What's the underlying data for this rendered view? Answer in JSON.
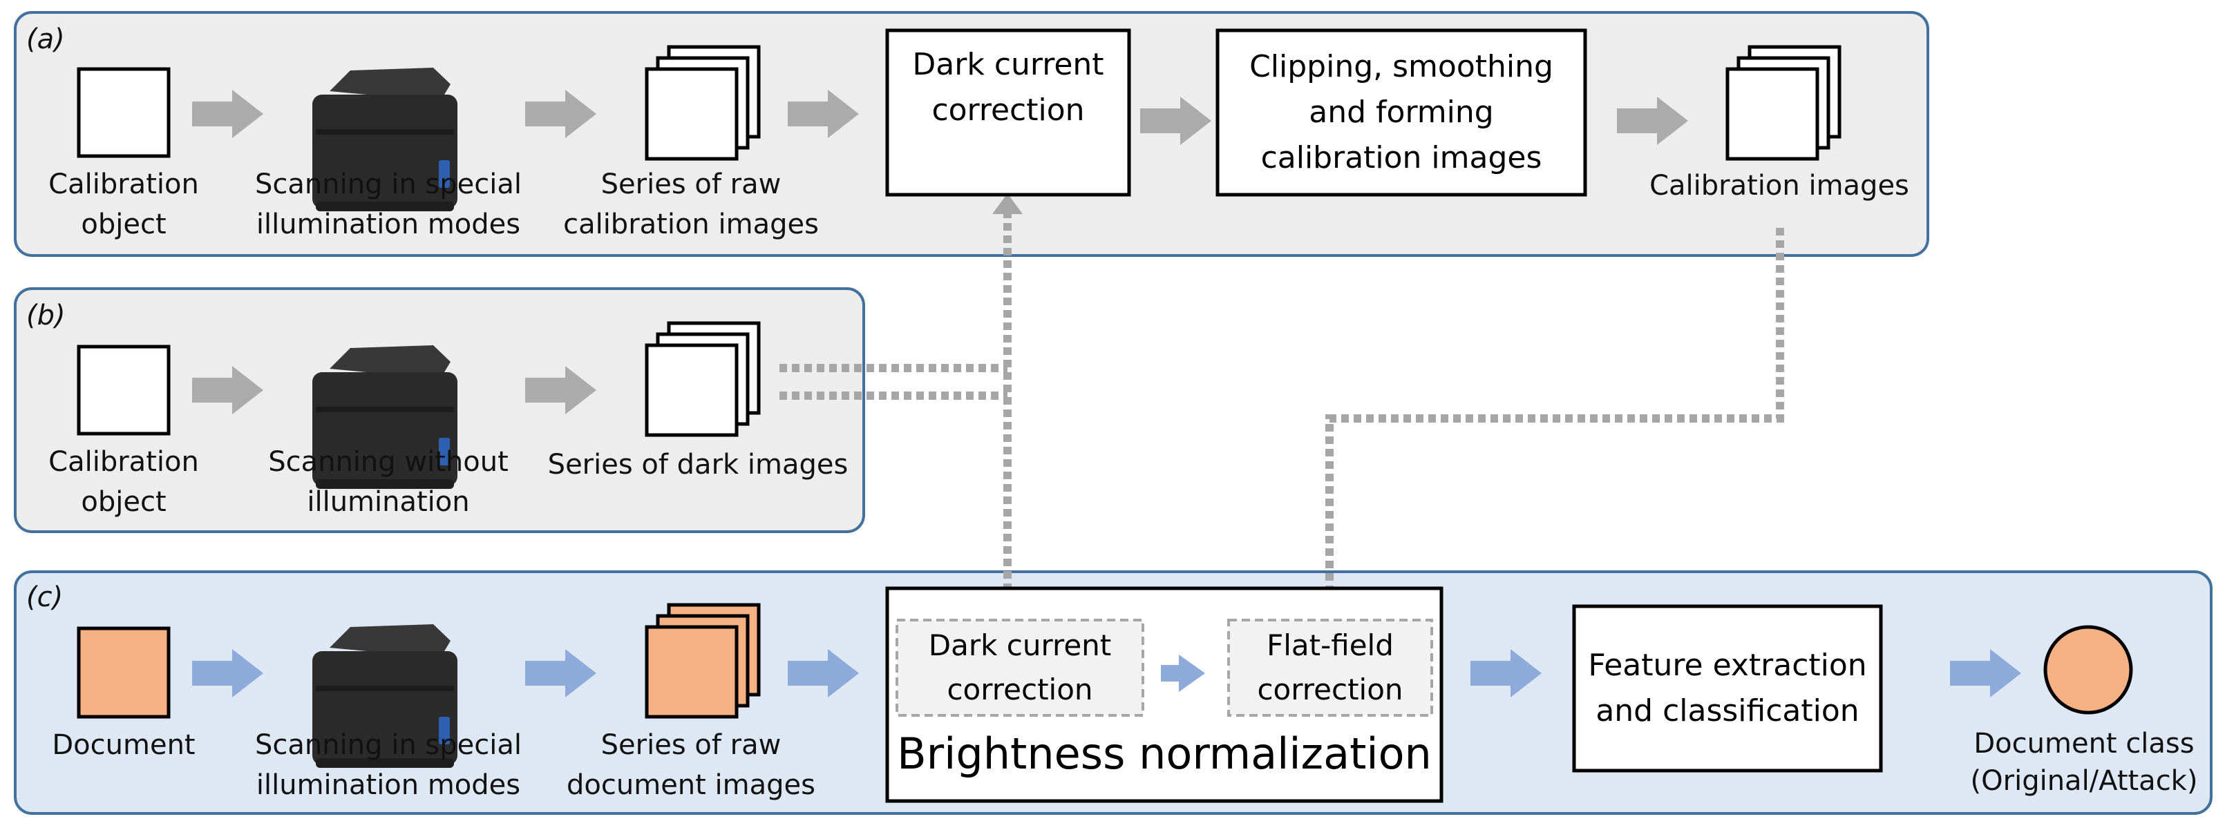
{
  "panels": {
    "a": {
      "tag": "(a)",
      "calibration_object": "Calibration\nobject",
      "scanning": "Scanning in special\nillumination modes",
      "raw_series": "Series of raw\ncalibration images",
      "dark_current": "Dark current\ncorrection",
      "clipping": "Clipping, smoothing\nand forming\ncalibration images",
      "calibration_images": "Calibration images"
    },
    "b": {
      "tag": "(b)",
      "calibration_object": "Calibration\nobject",
      "scanning": "Scanning without\nillumination",
      "dark_series": "Series of dark images"
    },
    "c": {
      "tag": "(c)",
      "document": "Document",
      "scanning": "Scanning in special\nillumination modes",
      "raw_series": "Series of raw\ndocument images",
      "dark_current": "Dark current\ncorrection",
      "flat_field": "Flat-field\ncorrection",
      "brightness": "Brightness normalization",
      "feature": "Feature extraction\nand classification",
      "doc_class": "Document class\n(Original/Attack)"
    }
  },
  "colors": {
    "panel_gray": "#ededed",
    "panel_blue": "#dee8f5",
    "panel_border": "#41719c",
    "arrow_gray": "#ababab",
    "arrow_blue": "#8eaadb",
    "dotted": "#a6a6a6",
    "doc_orange": "#f4b183",
    "scanner": "#2b2b2b"
  }
}
